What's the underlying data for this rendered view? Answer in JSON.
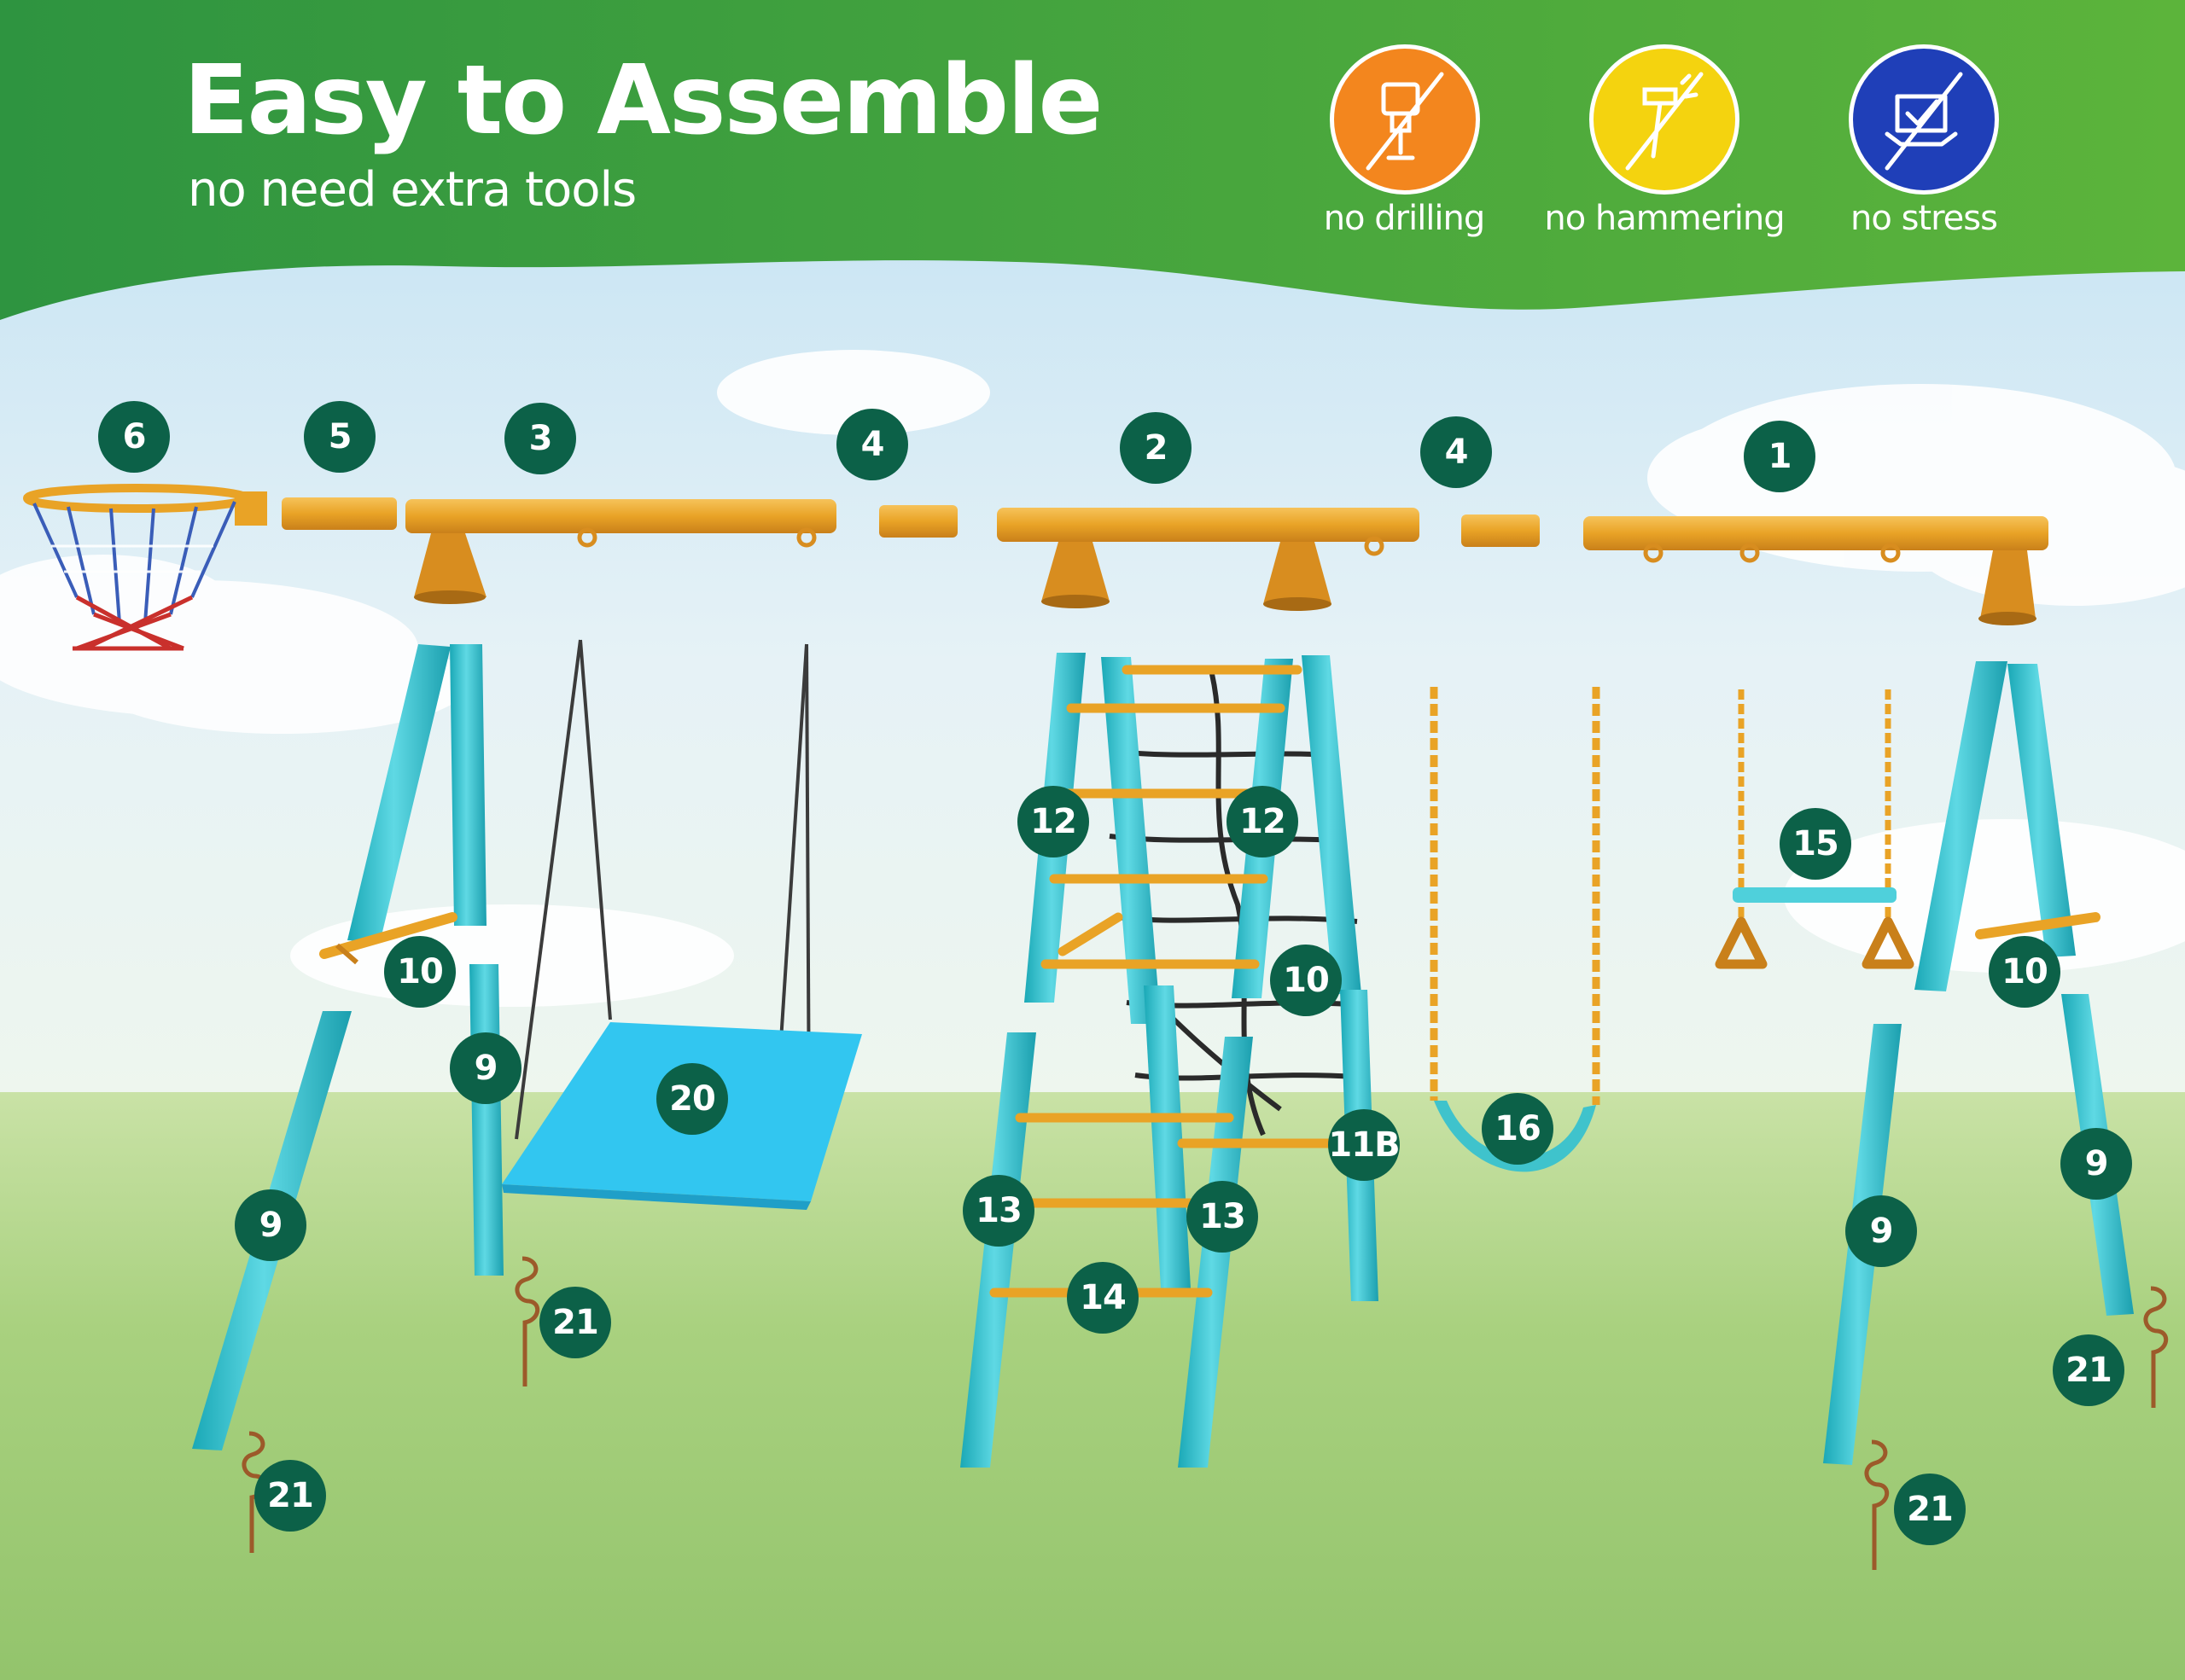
{
  "header": {
    "title": "Easy to Assemble",
    "subtitle": "no need extra tools",
    "features": [
      {
        "label": "no drilling",
        "icon": "drill-crossed-icon",
        "color": "#f3861e"
      },
      {
        "label": "no hammering",
        "icon": "hammer-crossed-icon",
        "color": "#f4d30f"
      },
      {
        "label": "no stress",
        "icon": "check-box-crossed-icon",
        "color": "#1f3fb8"
      }
    ]
  },
  "colors": {
    "banner_green": "#3b9d3e",
    "metal_orange": "#e9a326",
    "frame_teal": "#34c2cf",
    "seat_blue": "#32c6f0",
    "callout_green": "#0c6148"
  },
  "parts": [
    {
      "label": "6"
    },
    {
      "label": "5"
    },
    {
      "label": "3"
    },
    {
      "label": "4"
    },
    {
      "label": "2"
    },
    {
      "label": "4"
    },
    {
      "label": "1"
    },
    {
      "label": "12"
    },
    {
      "label": "12"
    },
    {
      "label": "15"
    },
    {
      "label": "10"
    },
    {
      "label": "10"
    },
    {
      "label": "10"
    },
    {
      "label": "9"
    },
    {
      "label": "20"
    },
    {
      "label": "11B"
    },
    {
      "label": "16"
    },
    {
      "label": "9"
    },
    {
      "label": "13"
    },
    {
      "label": "13"
    },
    {
      "label": "9"
    },
    {
      "label": "9"
    },
    {
      "label": "14"
    },
    {
      "label": "21"
    },
    {
      "label": "21"
    },
    {
      "label": "21"
    },
    {
      "label": "21"
    }
  ]
}
